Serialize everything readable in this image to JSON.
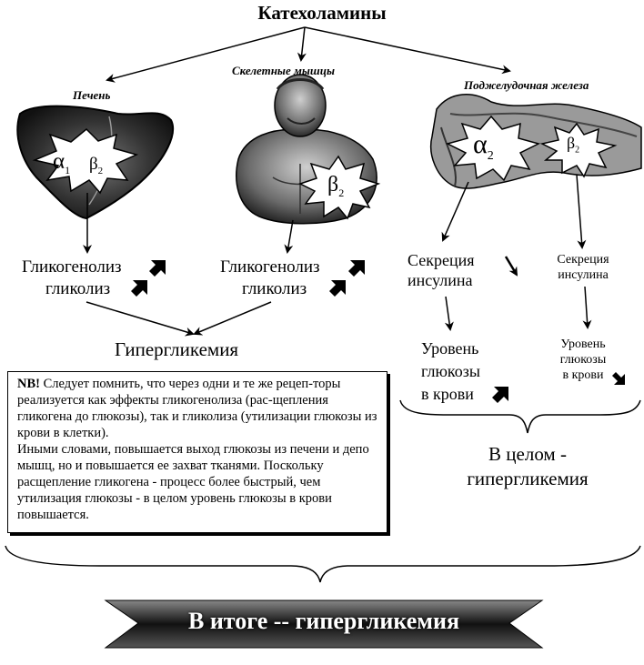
{
  "title": "Катехоламины",
  "organs": {
    "liver": "Печень",
    "muscles": "Скелетные мышцы",
    "pancreas": "Поджелудочная железа"
  },
  "receptors": {
    "alpha1": "α",
    "alpha1_sub": "1",
    "beta2": "β",
    "beta2_sub": "2",
    "alpha2": "α",
    "alpha2_sub": "2"
  },
  "liver_effects": {
    "line1": "Гликогенолиз",
    "line2": "гликолиз"
  },
  "muscle_effects": {
    "line1": "Гликогенолиз",
    "line2": "гликолиз"
  },
  "hyperglycemia": "Гипергликемия",
  "alpha2_branch": {
    "secretion_line1": "Секреция",
    "secretion_line2": "инсулина",
    "glucose_line1": "Уровень",
    "glucose_line2": "глюкозы",
    "glucose_line3": "в крови"
  },
  "beta2_branch": {
    "secretion_line1": "Секреция",
    "secretion_line2": "инсулина",
    "glucose_line1": "Уровень",
    "glucose_line2": "глюкозы",
    "glucose_line3": "в крови"
  },
  "note": {
    "prefix": "NB!",
    "text1": " Следует помнить, что через одни и те же рецеп-торы реализуется как эффекты гликогенолиза (рас-щепления гликогена до глюкозы), так и гликолиза (утилизации глюкозы из крови в клетки).",
    "text2": "Иными словами, повышается выход глюкозы из печени и депо мышц, но и повышается ее захват тканями. Поскольку расщепление гликогена - процесс более быстрый, чем утилизация глюкозы - в целом уровень глюкозы в крови повышается."
  },
  "overall": {
    "line1": "В целом -",
    "line2": "гипергликемия"
  },
  "final": "В итоге -- гипергликемия"
}
